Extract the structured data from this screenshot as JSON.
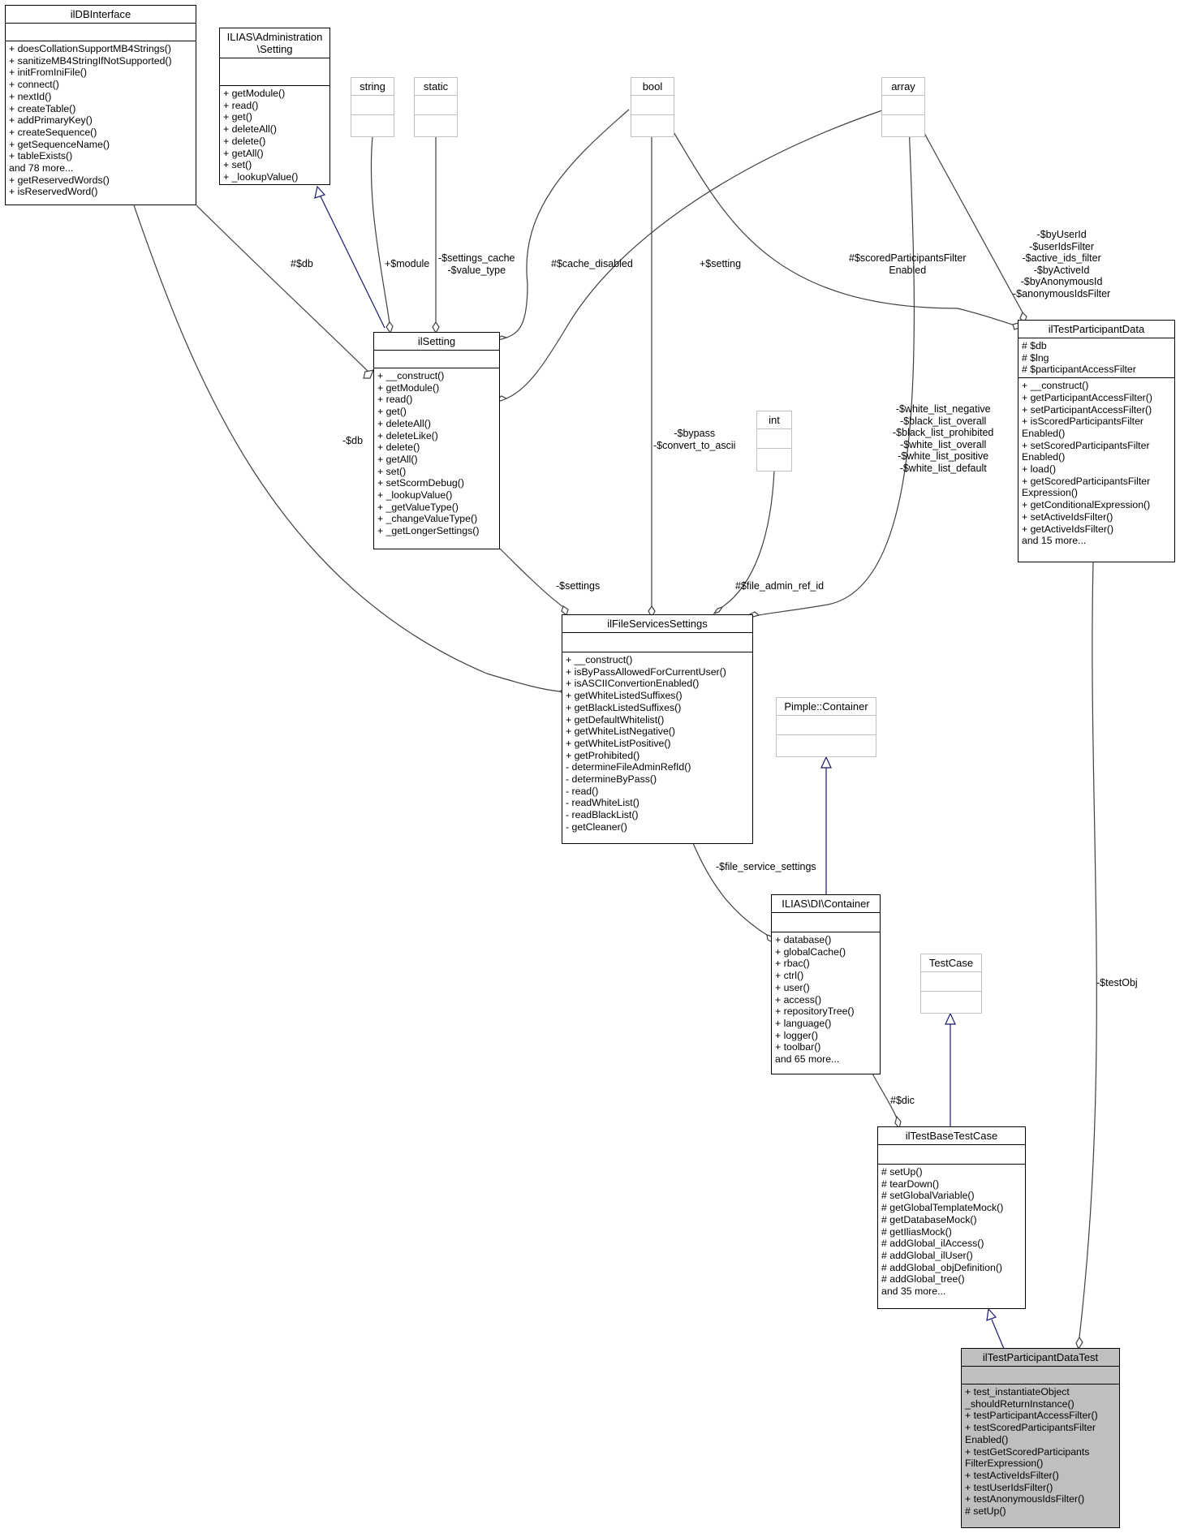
{
  "classes": {
    "ildbinterface": {
      "title": "ilDBInterface",
      "attributes": [],
      "methods": [
        "+ doesCollationSupportMB4Strings()",
        "+ sanitizeMB4StringIfNotSupported()",
        "+ initFromIniFile()",
        "+ connect()",
        "+ nextId()",
        "+ createTable()",
        "+ addPrimaryKey()",
        "+ createSequence()",
        "+ getSequenceName()",
        "+ tableExists()",
        "and 78 more...",
        "+ getReservedWords()",
        "+ isReservedWord()"
      ]
    },
    "admin_setting": {
      "title": "ILIAS\\Administration\n\\Setting",
      "attributes": [],
      "methods": [
        "+ getModule()",
        "+ read()",
        "+ get()",
        "+ deleteAll()",
        "+ delete()",
        "+ getAll()",
        "+ set()",
        "+ _lookupValue()"
      ]
    },
    "string": {
      "title": "string",
      "attributes": [],
      "methods": []
    },
    "static": {
      "title": "static",
      "attributes": [],
      "methods": []
    },
    "bool": {
      "title": "bool",
      "attributes": [],
      "methods": []
    },
    "array": {
      "title": "array",
      "attributes": [],
      "methods": []
    },
    "int": {
      "title": "int",
      "attributes": [],
      "methods": []
    },
    "ilsetting": {
      "title": "ilSetting",
      "attributes": [],
      "methods": [
        "+ __construct()",
        "+ getModule()",
        "+ read()",
        "+ get()",
        "+ deleteAll()",
        "+ deleteLike()",
        "+ delete()",
        "+ getAll()",
        "+ set()",
        "+ setScormDebug()",
        "+ _lookupValue()",
        "+ _getValueType()",
        "+ _changeValueType()",
        "+ _getLongerSettings()"
      ]
    },
    "iltestparticipantdata": {
      "title": "ilTestParticipantData",
      "attributes": [
        "# $db",
        "# $lng",
        "# $participantAccessFilter"
      ],
      "methods": [
        "+ __construct()",
        "+ getParticipantAccessFilter()",
        "+ setParticipantAccessFilter()",
        "+ isScoredParticipantsFilter",
        "Enabled()",
        "+ setScoredParticipantsFilter",
        "Enabled()",
        "+ load()",
        "+ getScoredParticipantsFilter",
        "Expression()",
        "+ getConditionalExpression()",
        "+ setActiveIdsFilter()",
        "+ getActiveIdsFilter()",
        "and 15 more..."
      ]
    },
    "ilfileservicessettings": {
      "title": "ilFileServicesSettings",
      "attributes": [],
      "methods": [
        "+ __construct()",
        "+ isByPassAllowedForCurrentUser()",
        "+ isASCIIConvertionEnabled()",
        "+ getWhiteListedSuffixes()",
        "+ getBlackListedSuffixes()",
        "+ getDefaultWhitelist()",
        "+ getWhiteListNegative()",
        "+ getWhiteListPositive()",
        "+ getProhibited()",
        "- determineFileAdminRefId()",
        "- determineByPass()",
        "- read()",
        "- readWhiteList()",
        "- readBlackList()",
        "- getCleaner()"
      ]
    },
    "pimple": {
      "title": "Pimple::Container",
      "attributes": [],
      "methods": []
    },
    "ilias_di_container": {
      "title": "ILIAS\\DI\\Container",
      "attributes": [],
      "methods": [
        "+ database()",
        "+ globalCache()",
        "+ rbac()",
        "+ ctrl()",
        "+ user()",
        "+ access()",
        "+ repositoryTree()",
        "+ language()",
        "+ logger()",
        "+ toolbar()",
        "and 65 more..."
      ]
    },
    "testcase": {
      "title": "TestCase",
      "attributes": [],
      "methods": []
    },
    "iltestbasetestcase": {
      "title": "ilTestBaseTestCase",
      "attributes": [],
      "methods": [
        "# setUp()",
        "# tearDown()",
        "# setGlobalVariable()",
        "# getGlobalTemplateMock()",
        "# getDatabaseMock()",
        "# getIliasMock()",
        "# addGlobal_ilAccess()",
        "# addGlobal_ilUser()",
        "# addGlobal_objDefinition()",
        "# addGlobal_tree()",
        "and 35 more..."
      ]
    },
    "iltestparticipantdatatest": {
      "title": "ilTestParticipantDataTest",
      "attributes": [],
      "methods": [
        "+ test_instantiateObject",
        "_shouldReturnInstance()",
        "+ testParticipantAccessFilter()",
        "+ testScoredParticipantsFilter",
        "Enabled()",
        "+ testGetScoredParticipants",
        "FilterExpression()",
        "+ testActiveIdsFilter()",
        "+ testUserIdsFilter()",
        "+ testAnonymousIdsFilter()",
        "# setUp()"
      ]
    }
  },
  "edge_labels": {
    "db_setting": [
      "#$db"
    ],
    "module": [
      "+$module"
    ],
    "settings_cache": [
      "-$settings_cache",
      "-$value_type"
    ],
    "cache_disabled": [
      "#$cache_disabled"
    ],
    "setting": [
      "+$setting"
    ],
    "scored_filter": [
      "#$scoredParticipantsFilter",
      "Enabled"
    ],
    "array_participant": [
      "-$byUserId",
      "-$userIdsFilter",
      "-$active_ids_filter",
      "-$byActiveId",
      "-$byAnonymousId",
      "-$anonymousIdsFilter"
    ],
    "db_fileservices": [
      "-$db"
    ],
    "bypass": [
      "-$bypass",
      "-$convert_to_ascii"
    ],
    "white_list": [
      "-$white_list_negative",
      "-$black_list_overall",
      "-$black_list_prohibited",
      "-$white_list_overall",
      "-$white_list_positive",
      "-$white_list_default"
    ],
    "settings": [
      "-$settings"
    ],
    "file_admin_ref_id": [
      "#$file_admin_ref_id"
    ],
    "file_service_settings": [
      "-$file_service_settings"
    ],
    "dic": [
      "#$dic"
    ],
    "test_obj": [
      "-$testObj"
    ]
  }
}
